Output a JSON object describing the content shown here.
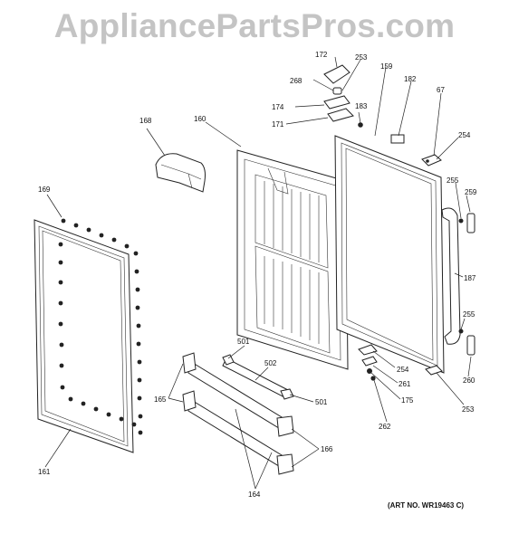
{
  "header": {
    "watermark": "AppliancePartsPros.com"
  },
  "footer": {
    "art_number": "(ART NO. WR19463 C)"
  },
  "labels": {
    "l172": "172",
    "l253a": "253",
    "l268": "268",
    "l159": "159",
    "l182": "182",
    "l67": "67",
    "l174": "174",
    "l183": "183",
    "l171": "171",
    "l168": "168",
    "l160": "160",
    "l254a": "254",
    "l169": "169",
    "l255a": "255",
    "l259": "259",
    "l187": "187",
    "l255b": "255",
    "l501a": "501",
    "l502": "502",
    "l254b": "254",
    "l261": "261",
    "l260": "260",
    "l165": "165",
    "l501b": "501",
    "l175": "175",
    "l253b": "253",
    "l262": "262",
    "l166": "166",
    "l161": "161",
    "l164": "164"
  }
}
